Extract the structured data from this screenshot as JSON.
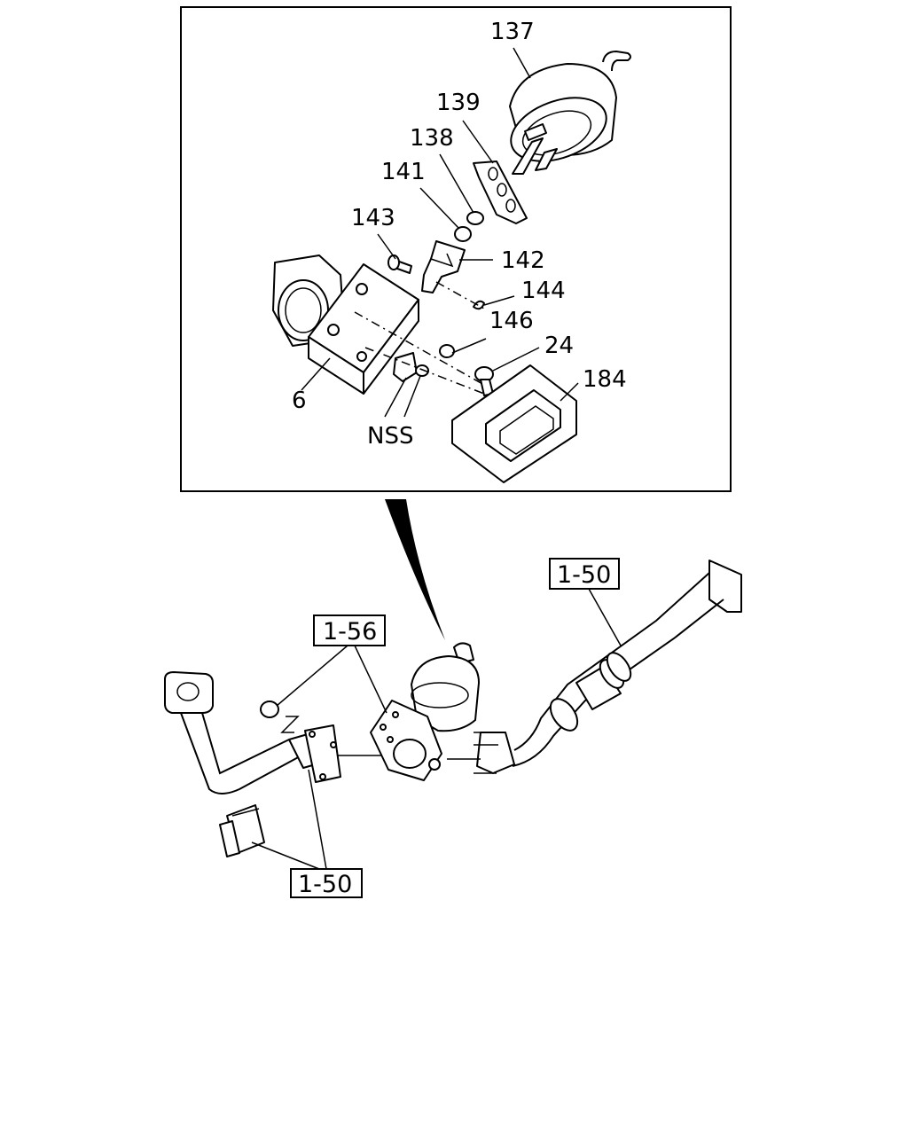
{
  "callouts": {
    "c137": "137",
    "c139": "139",
    "c138": "138",
    "c141": "141",
    "c143": "143",
    "c142": "142",
    "c144": "144",
    "c146": "146",
    "c24": "24",
    "c184": "184",
    "c6": "6",
    "nss": "NSS"
  },
  "references": {
    "ref_1_56": "1-56",
    "ref_1_50_right": "1-50",
    "ref_1_50_bottom": "1-50"
  }
}
